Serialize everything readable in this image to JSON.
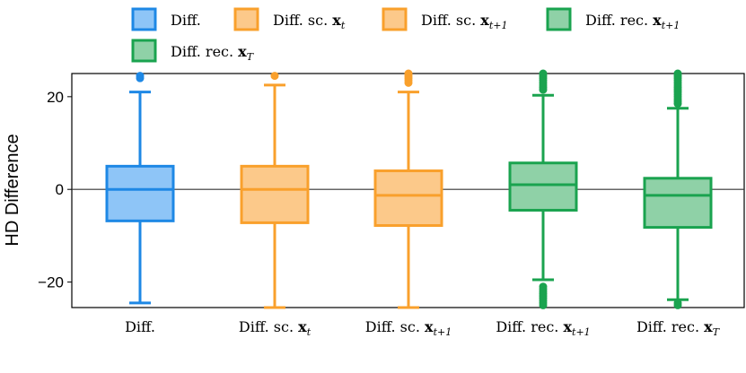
{
  "chart_data": {
    "type": "box",
    "ylabel": "HD Difference",
    "ylim": [
      -25.5,
      25
    ],
    "yticks": [
      -20,
      0,
      20
    ],
    "zero_line": true,
    "grid": false,
    "legend_position": "top",
    "categories": [
      {
        "base": "Diff.",
        "sub": ""
      },
      {
        "base": "Diff. sc. ",
        "bold": "x",
        "sub": "t"
      },
      {
        "base": "Diff. sc. ",
        "bold": "x",
        "sub": "t+1"
      },
      {
        "base": "Diff. rec. ",
        "bold": "x",
        "sub": "t+1"
      },
      {
        "base": "Diff. rec. ",
        "bold": "x",
        "sub": "T"
      }
    ],
    "series": [
      {
        "category": 0,
        "color": "#1e88e5",
        "fill": "#8ec5f7",
        "whislo": -24.5,
        "q1": -6.8,
        "median": 0.0,
        "q3": 5.0,
        "whishi": 21.0,
        "fliers_high": [
          24.0,
          24.5
        ],
        "fliers_low": []
      },
      {
        "category": 1,
        "color": "#f9a02c",
        "fill": "#fcc98a",
        "whislo": -25.5,
        "q1": -7.2,
        "median": 0.0,
        "q3": 5.0,
        "whishi": 22.5,
        "fliers_high": [
          24.5
        ],
        "fliers_low": []
      },
      {
        "category": 2,
        "color": "#f9a02c",
        "fill": "#fcc98a",
        "whislo": -25.5,
        "q1": -7.8,
        "median": -1.3,
        "q3": 4.0,
        "whishi": 21.0,
        "fliers_high": [
          23.0,
          23.5,
          24.0,
          24.5,
          25.0
        ],
        "fliers_low": []
      },
      {
        "category": 3,
        "color": "#1aa34f",
        "fill": "#8fd1a7",
        "whislo": -19.5,
        "q1": -4.5,
        "median": 1.0,
        "q3": 5.7,
        "whishi": 20.3,
        "fliers_high": [
          21.5,
          22.0,
          22.5,
          23.0,
          23.5,
          24.0,
          24.5,
          25.0
        ],
        "fliers_low": [
          -21.0,
          -21.5,
          -22.0,
          -22.5,
          -23.0,
          -23.5,
          -24.0,
          -24.5,
          -25.0
        ]
      },
      {
        "category": 4,
        "color": "#1aa34f",
        "fill": "#8fd1a7",
        "whislo": -23.8,
        "q1": -8.2,
        "median": -1.3,
        "q3": 2.4,
        "whishi": 17.5,
        "fliers_high": [
          18.5,
          19.0,
          19.5,
          20.0,
          20.5,
          21.0,
          21.5,
          22.0,
          22.5,
          23.0,
          23.5,
          24.0,
          24.5,
          25.0
        ],
        "fliers_low": [
          -24.5,
          -25.0
        ]
      }
    ],
    "legend": [
      {
        "base": "Diff.",
        "bold": "",
        "sub": "",
        "color": "#1e88e5",
        "fill": "#8ec5f7"
      },
      {
        "base": "Diff. sc. ",
        "bold": "x",
        "sub": "t",
        "color": "#f9a02c",
        "fill": "#fcc98a"
      },
      {
        "base": "Diff. sc. ",
        "bold": "x",
        "sub": "t+1",
        "color": "#f9a02c",
        "fill": "#fcc98a"
      },
      {
        "base": "Diff. rec. ",
        "bold": "x",
        "sub": "t+1",
        "color": "#1aa34f",
        "fill": "#8fd1a7"
      },
      {
        "base": "Diff. rec. ",
        "bold": "x",
        "sub": "T",
        "color": "#1aa34f",
        "fill": "#8fd1a7"
      }
    ]
  }
}
